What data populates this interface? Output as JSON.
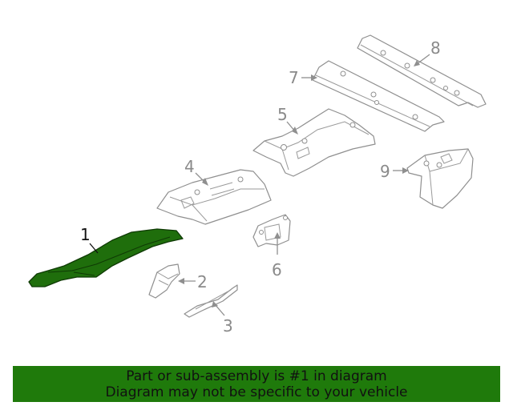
{
  "diagram": {
    "callouts": {
      "c1": "1",
      "c2": "2",
      "c3": "3",
      "c4": "4",
      "c5": "5",
      "c6": "6",
      "c7": "7",
      "c8": "8",
      "c9": "9"
    },
    "highlight_color": "#1f6e0c",
    "part_outline_color": "#8f8f8f"
  },
  "banner": {
    "line1": "Part or sub-assembly is #1 in diagram",
    "line2": "Diagram may not be specific to your vehicle",
    "background": "#1f7a0b"
  }
}
